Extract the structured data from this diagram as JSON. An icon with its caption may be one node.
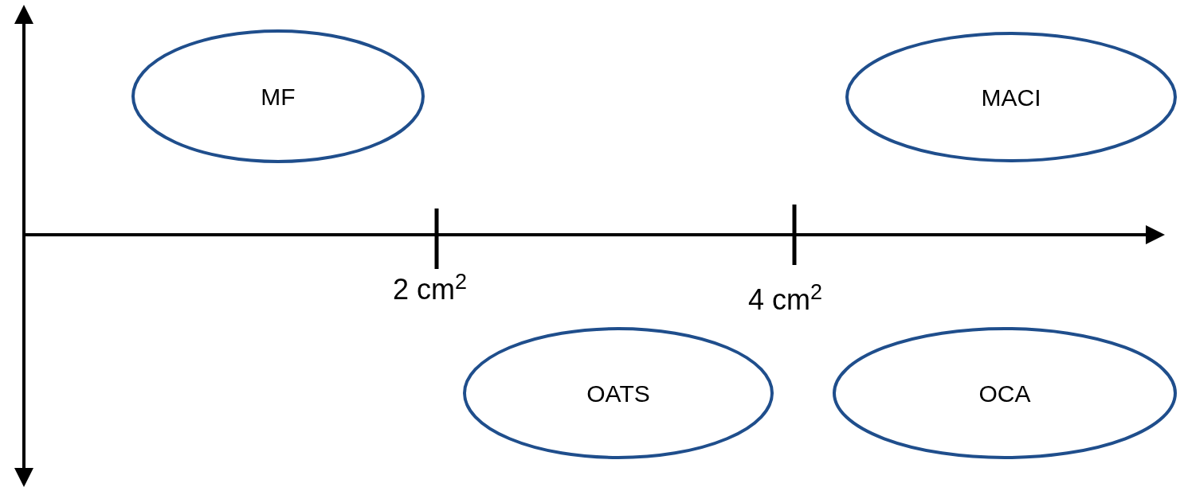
{
  "diagram": {
    "nodes": [
      {
        "text": [
          "MF"
        ]
      },
      {
        "text": [
          "MACI"
        ]
      },
      {
        "text": [
          "OATS"
        ]
      },
      {
        "text": [
          "OCA"
        ]
      }
    ],
    "labels": [
      "2 cm$^{2}$",
      "4 cm$^{2}$"
    ]
  }
}
